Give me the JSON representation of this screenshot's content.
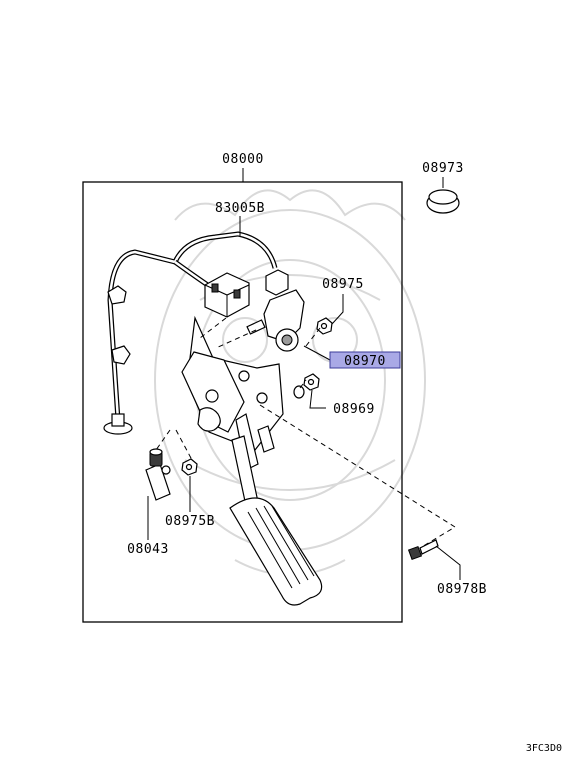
{
  "parts": {
    "assembly": "08000",
    "harness": "83005B",
    "cap": "08973",
    "nut_top": "08975",
    "sensor": "08970",
    "washer": "08969",
    "switch": "08043",
    "nut_bottom": "08975B",
    "bolt": "08978B"
  },
  "diagram_code": "3FC3D0",
  "colors": {
    "highlight_fill": "#a9a9e6",
    "highlight_border": "#3c3c9a",
    "watermark": "#d9d9d9"
  }
}
